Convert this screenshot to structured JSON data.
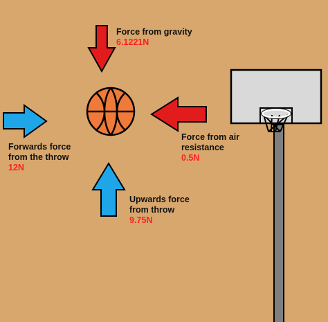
{
  "colors": {
    "background": "#d8a76d",
    "ball": "#f07a3a",
    "arrow_push": "#1ea6e8",
    "arrow_oppose": "#e21c1c",
    "value_text": "#ff1f1f",
    "backboard": "#d9d9d9",
    "pole": "#7f7f7f"
  },
  "icons": {
    "ball": "basketball-icon",
    "hoop": "basketball-hoop-icon"
  },
  "forces": {
    "gravity": {
      "name": "Force from gravity",
      "value": "6.1221N",
      "direction": "down",
      "color": "red"
    },
    "air": {
      "name": "Force from air\nresistance",
      "value": "0.5N",
      "direction": "left",
      "color": "red"
    },
    "forward": {
      "name": "Forwards force\nfrom the throw",
      "value": "12N",
      "direction": "right",
      "color": "blue"
    },
    "upward": {
      "name": "Upwards force\nfrom throw",
      "value": "9.75N",
      "direction": "up",
      "color": "blue"
    }
  }
}
